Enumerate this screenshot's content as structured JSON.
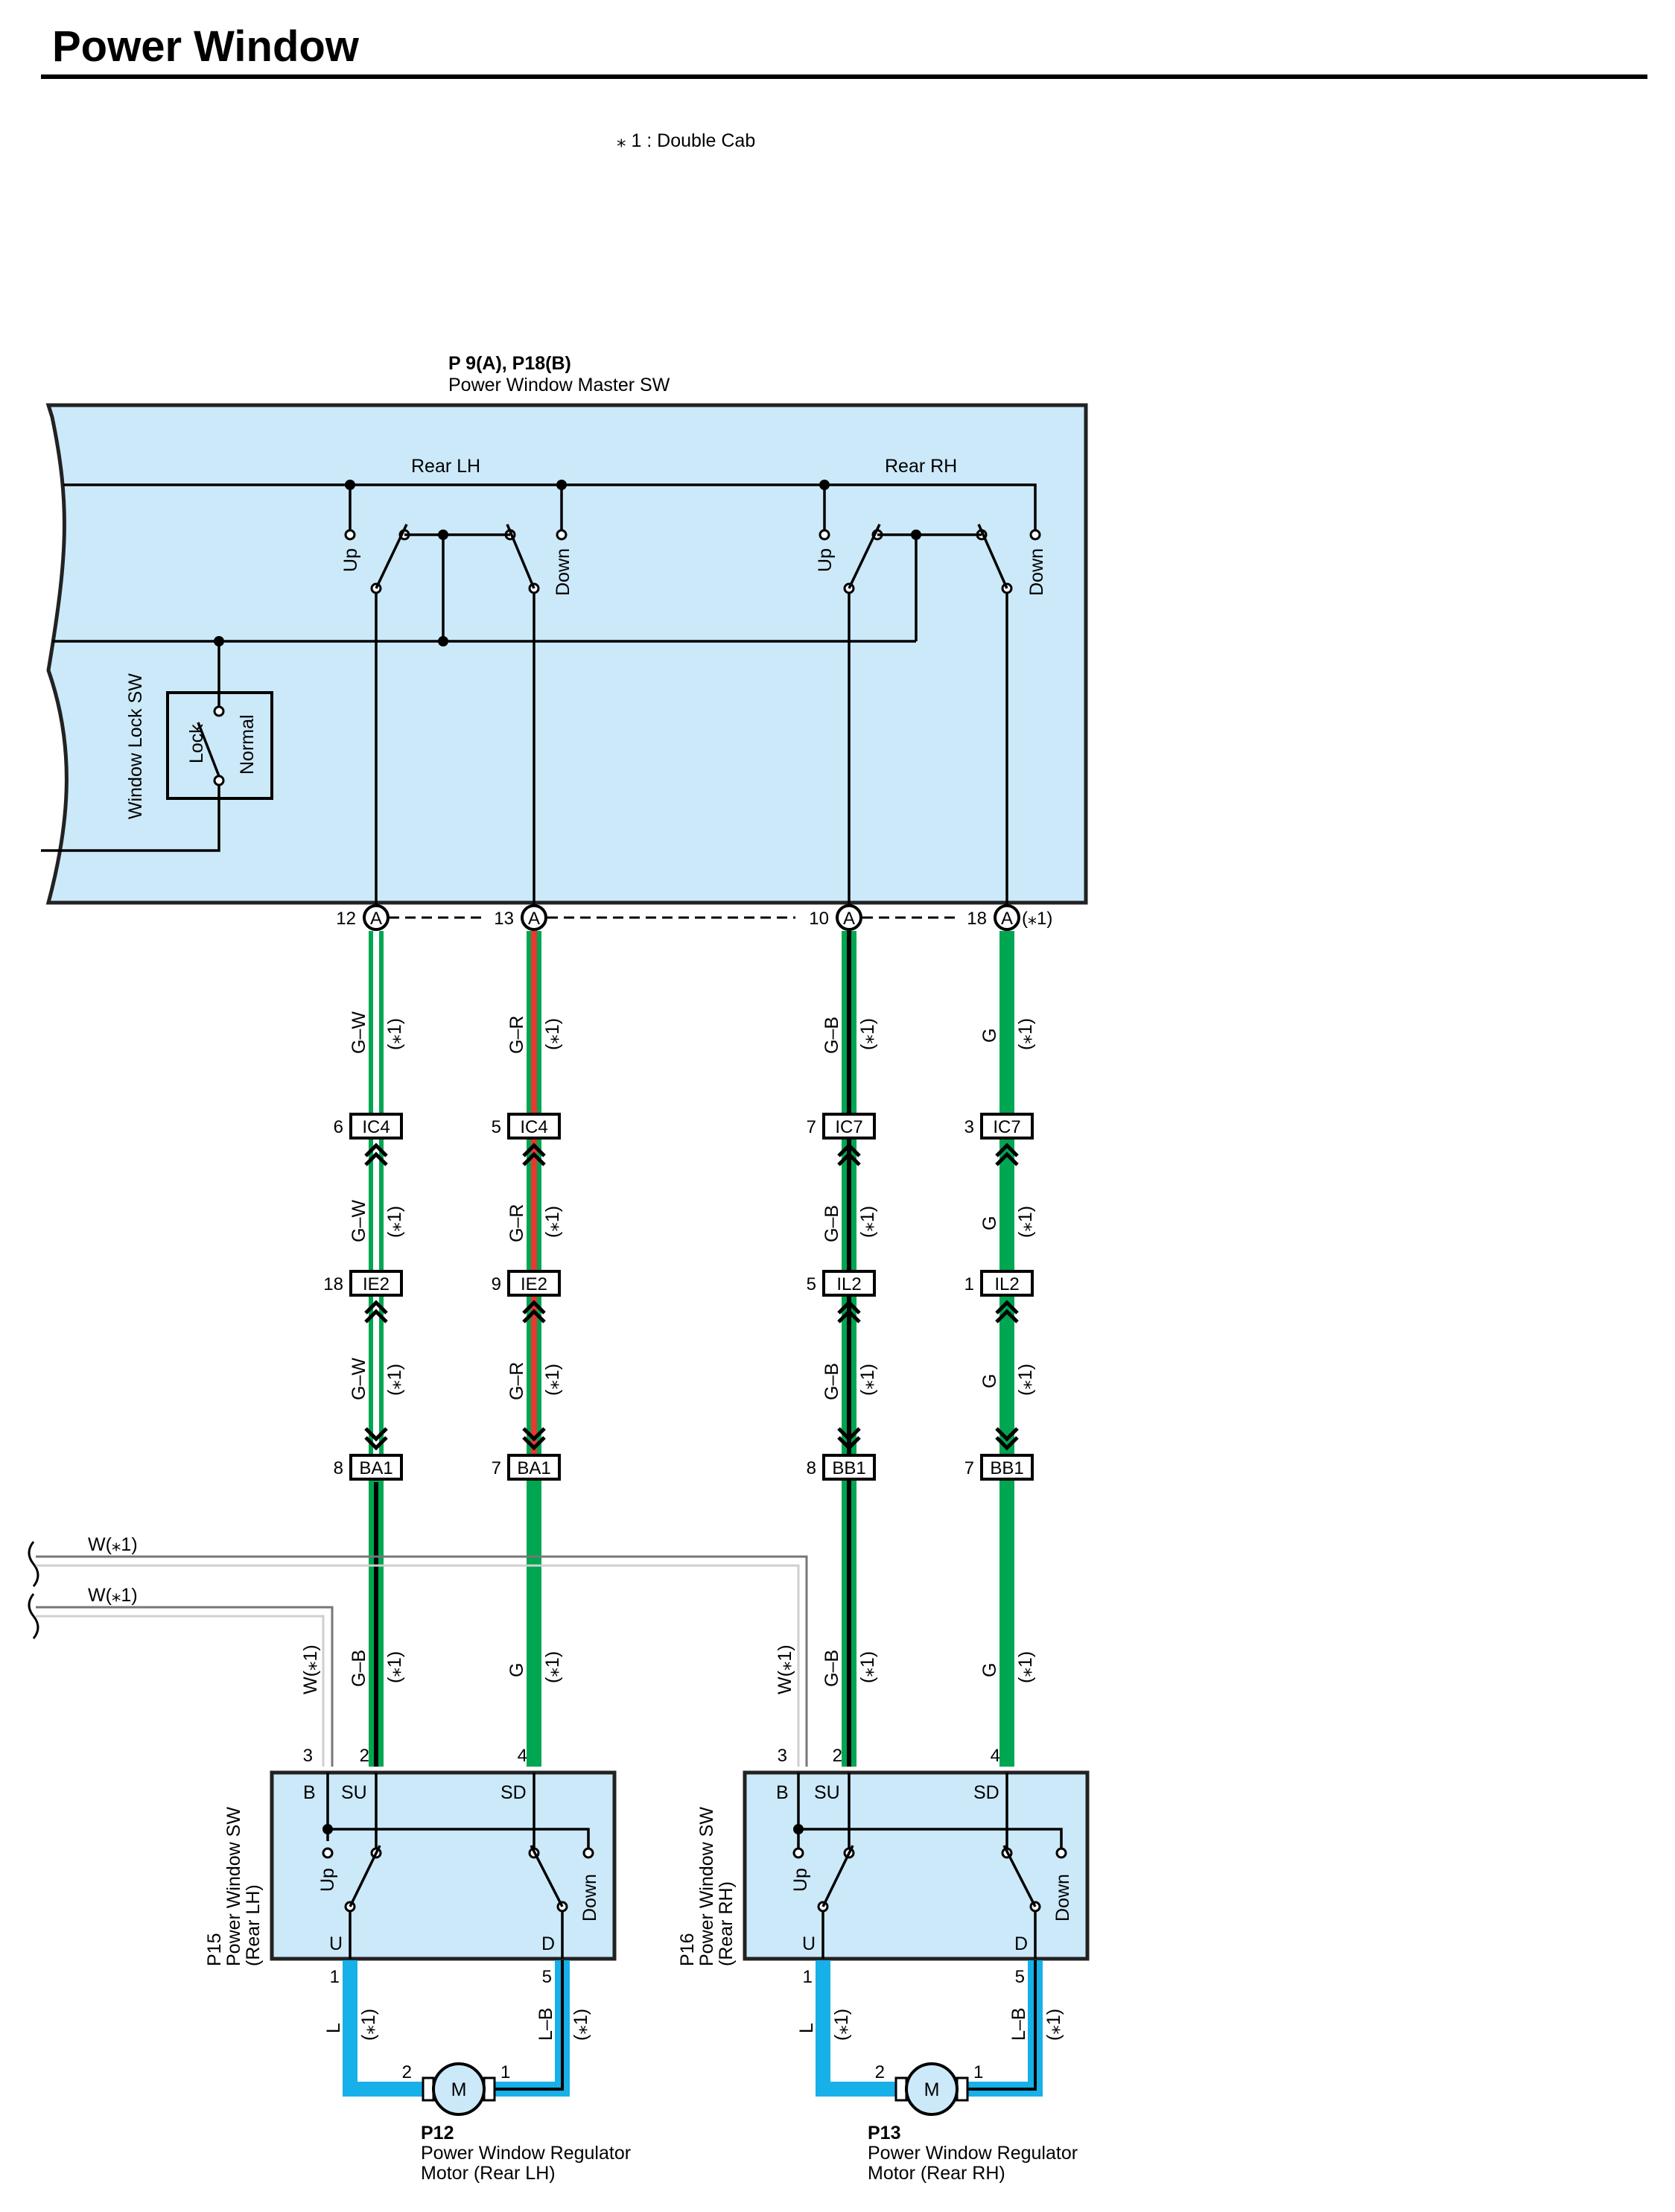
{
  "title": "Power Window",
  "note": "⁎ 1 : Double Cab",
  "master_switch": {
    "code": "P 9(A), P18(B)",
    "name": "Power Window Master SW",
    "rear_lh": "Rear LH",
    "rear_rh": "Rear RH",
    "up": "Up",
    "down": "Down",
    "window_lock_sw": "Window Lock SW",
    "lock": "Lock",
    "normal": "Normal",
    "connector_letter": "A"
  },
  "terminals": {
    "t1": "12",
    "t2": "13",
    "t3": "10",
    "t4": "18",
    "t4_note": "(⁎1)"
  },
  "wires": {
    "c1": "G–W",
    "c2": "G–R",
    "c3": "G–B",
    "c4": "G",
    "c1_low": "G–B",
    "c2_low": "G",
    "c3_low": "G–B",
    "c4_low": "G",
    "star": "(⁎1)",
    "w_top": "W(⁎1)",
    "w_bottom": "W(⁎1)",
    "w_lh": "W(⁎1)",
    "w_rh": "W(⁎1)",
    "l": "L",
    "lb": "L–B"
  },
  "junctions": {
    "row1": {
      "c1": {
        "pin": "6",
        "name": "IC4"
      },
      "c2": {
        "pin": "5",
        "name": "IC4"
      },
      "c3": {
        "pin": "7",
        "name": "IC7"
      },
      "c4": {
        "pin": "3",
        "name": "IC7"
      }
    },
    "row2": {
      "c1": {
        "pin": "18",
        "name": "IE2"
      },
      "c2": {
        "pin": "9",
        "name": "IE2"
      },
      "c3": {
        "pin": "5",
        "name": "IL2"
      },
      "c4": {
        "pin": "1",
        "name": "IL2"
      }
    },
    "row3": {
      "c1": {
        "pin": "8",
        "name": "BA1"
      },
      "c2": {
        "pin": "7",
        "name": "BA1"
      },
      "c3": {
        "pin": "8",
        "name": "BB1"
      },
      "c4": {
        "pin": "7",
        "name": "BB1"
      }
    }
  },
  "rear_lh_switch": {
    "code": "P15",
    "name": "Power Window SW",
    "location": "(Rear LH)",
    "pin_b": "3",
    "pin_su": "2",
    "pin_sd": "4",
    "b": "B",
    "su": "SU",
    "sd": "SD",
    "up": "Up",
    "down": "Down",
    "u": "U",
    "d": "D",
    "pin_u": "1",
    "pin_d": "5"
  },
  "rear_rh_switch": {
    "code": "P16",
    "name": "Power Window SW",
    "location": "(Rear RH)",
    "pin_b": "3",
    "pin_su": "2",
    "pin_sd": "4",
    "b": "B",
    "su": "SU",
    "sd": "SD",
    "up": "Up",
    "down": "Down",
    "u": "U",
    "d": "D",
    "pin_u": "1",
    "pin_d": "5"
  },
  "motor_lh": {
    "code": "P12",
    "name": "Power Window Regulator",
    "location": "Motor (Rear LH)",
    "symbol": "M",
    "pin_left": "2",
    "pin_right": "1"
  },
  "motor_rh": {
    "code": "P13",
    "name": "Power Window Regulator",
    "location": "Motor (Rear RH)",
    "symbol": "M",
    "pin_left": "2",
    "pin_right": "1"
  },
  "colors": {
    "box_fill": "#cce9f9",
    "green": "#00a651",
    "red": "#e8382f",
    "blue": "#17b0e8",
    "white_wire": "#bdbdbd"
  }
}
